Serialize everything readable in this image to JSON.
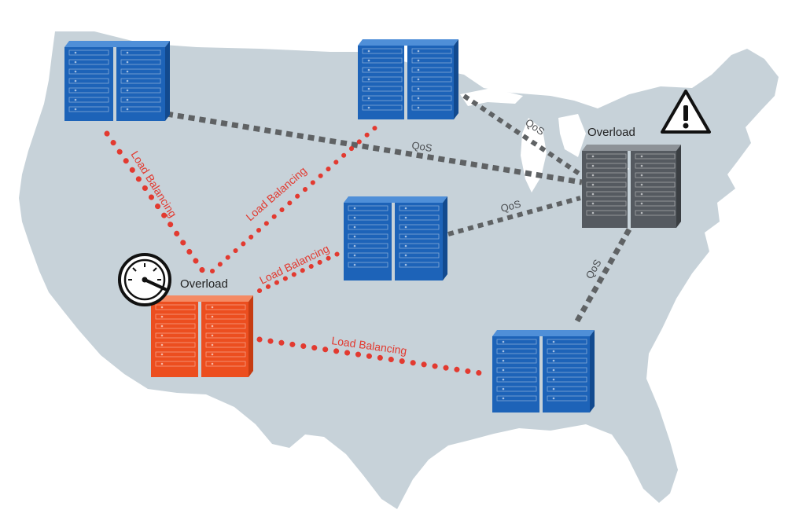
{
  "labels": {
    "load_balancing": "Load Balancing",
    "qos": "QoS",
    "overload": "Overload"
  },
  "colors": {
    "map": "#c7d2d9",
    "server_normal": "#1d63b8",
    "server_overloaded": "#ec4e1f",
    "server_warning": "#555a60",
    "load_balancing_link": "#e23a30",
    "qos_link": "#5f6264"
  },
  "icons": {
    "gauge": "gauge-icon",
    "warning": "warning-icon"
  }
}
